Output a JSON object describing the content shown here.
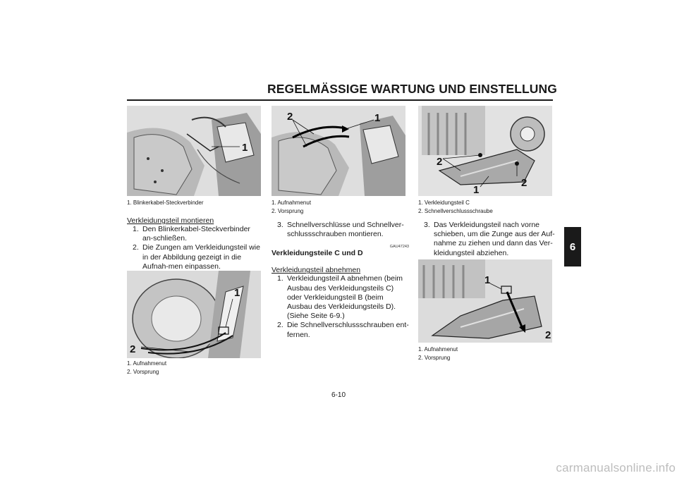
{
  "page": {
    "title": "REGELMÄSSIGE WARTUNG UND EINSTELLUNG",
    "chapter_tab": "6",
    "page_number": "6-10",
    "watermark": "carmanualsonline.info"
  },
  "column1": {
    "fig1": {
      "callouts": [
        "1"
      ],
      "captions": [
        "1. Blinkerkabel-Steckverbinder"
      ]
    },
    "section_heading": "Verkleidungsteil montieren",
    "steps": [
      {
        "num": "1.",
        "text": "Den Blinkerkabel-Steckverbinder an-schließen."
      },
      {
        "num": "2.",
        "text": "Die Zungen am Verkleidungsteil wie in der Abbildung gezeigt in die Aufnah-men einpassen."
      }
    ],
    "fig2": {
      "callouts": [
        "1",
        "2"
      ],
      "captions": [
        "1. Aufnahmenut",
        "2. Vorsprung"
      ]
    }
  },
  "column2": {
    "fig3": {
      "callouts": [
        "2",
        "1"
      ],
      "captions": [
        "1. Aufnahmenut",
        "2. Vorsprung"
      ]
    },
    "step3": {
      "num": "3.",
      "text": "Schnellverschlüsse und Schnellver-schlussschrauben montieren."
    },
    "code": "GAU47243",
    "subheading": "Verkleidungsteile C und D",
    "section_heading": "Verkleidungsteil abnehmen",
    "steps": [
      {
        "num": "1.",
        "text": "Verkleidungsteil A abnehmen (beim Ausbau des Verkleidungsteils C) oder Verkleidungsteil B (beim Ausbau des Verkleidungsteils D). (Siehe Seite 6-9.)"
      },
      {
        "num": "2.",
        "text": "Die Schnellverschlussschrauben ent-fernen."
      }
    ]
  },
  "column3": {
    "fig4": {
      "callouts": [
        "2",
        "1",
        "2"
      ],
      "captions": [
        "1. Verkleidungsteil C",
        "2. Schnellverschlussschraube"
      ]
    },
    "step3": {
      "num": "3.",
      "text": "Das Verkleidungsteil nach vorne schieben, um die Zunge aus der Auf-nahme zu ziehen und dann das Ver-kleidungsteil abziehen."
    },
    "fig5": {
      "callouts": [
        "1",
        "2"
      ],
      "captions": [
        "1. Aufnahmenut",
        "2. Vorsprung"
      ]
    }
  }
}
